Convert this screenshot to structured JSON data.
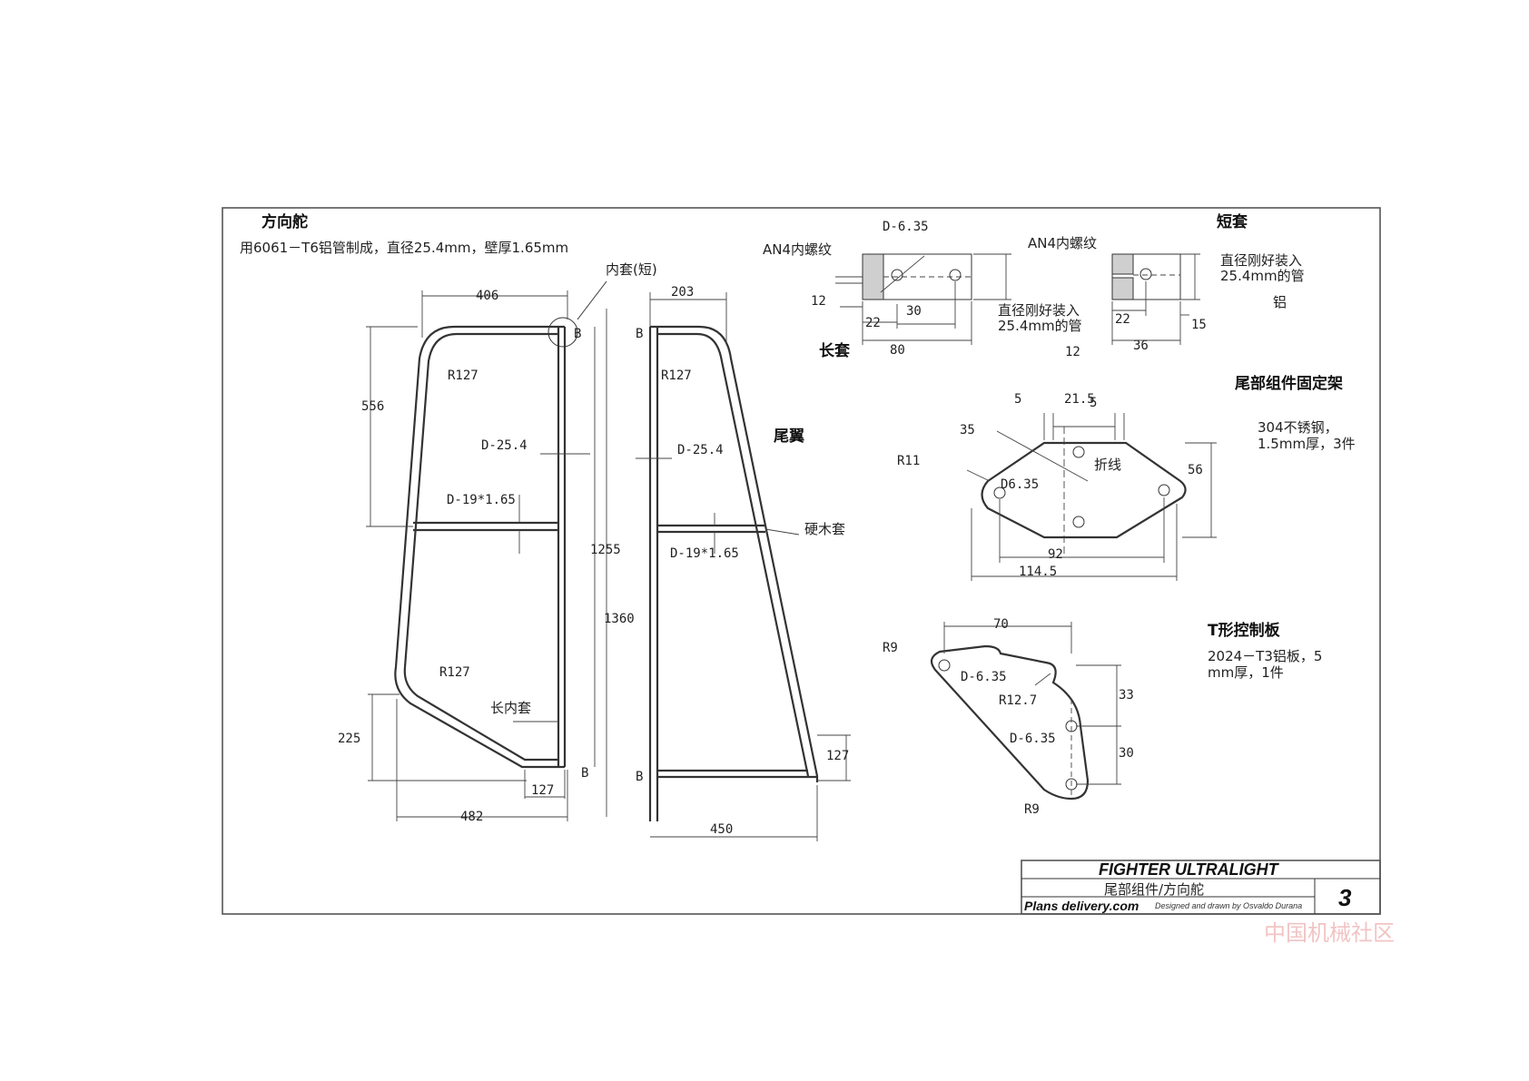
{
  "header": {
    "title": "方向舵",
    "material_note": "用6061－T6铝管制成，直径25.4mm，壁厚1.65mm"
  },
  "rudder": {
    "inner_sleeve_short": "内套(短)",
    "dim_top_width": "406",
    "dim_upper_height": "556",
    "radius_top": "R127",
    "tube_main": "D-25.4",
    "tube_cross": "D-19*1.65",
    "dim_total_height_1": "1255",
    "dim_total_height_2": "1360",
    "radius_lower": "R127",
    "dim_lower_height": "225",
    "inner_sleeve_long": "长内套",
    "dim_bottom_127": "127",
    "dim_bottom_width": "482",
    "mark_b1": "B",
    "mark_b2": "B"
  },
  "fin": {
    "title": "尾翼",
    "dim_top_width": "203",
    "radius_top": "R127",
    "tube_main": "D-25.4",
    "hardwood_sleeve": "硬木套",
    "tube_cross": "D-19*1.65",
    "dim_bottom_127": "127",
    "dim_bottom_width": "450",
    "mark_b1": "B",
    "mark_b2": "B"
  },
  "long_sleeve": {
    "title": "长套",
    "thread_left": "AN4内螺纹",
    "hole_dia": "D-6.35",
    "thread_right": "AN4内螺纹",
    "dim_12_left": "12",
    "dim_22": "22",
    "dim_30": "30",
    "dim_80": "80",
    "fit_note_1": "直径刚好装入",
    "fit_note_2": "25.4mm的管"
  },
  "short_sleeve": {
    "title": "短套",
    "fit_note_1": "直径刚好装入",
    "fit_note_2": "25.4mm的管",
    "material": "铝",
    "dim_22": "22",
    "dim_12": "12",
    "dim_15": "15",
    "dim_36": "36"
  },
  "tail_bracket": {
    "title": "尾部组件固定架",
    "material_1": "304不锈钢，",
    "material_2": "1.5mm厚，3件",
    "dim_5_left": "5",
    "dim_21_5": "21.5",
    "dim_5_right": "5",
    "dim_35": "35",
    "radius": "R11",
    "fold_line": "折线",
    "hole_dia": "D6.35",
    "dim_56": "56",
    "dim_92": "92",
    "dim_114_5": "114.5"
  },
  "t_plate": {
    "title": "T形控制板",
    "material_1": "2024－T3铝板，5",
    "material_2": "mm厚，1件",
    "dim_70": "70",
    "radius_top": "R9",
    "hole_top": "D-6.35",
    "radius_notch": "R12.7",
    "dim_33": "33",
    "hole_mid": "D-6.35",
    "dim_30": "30",
    "radius_bottom": "R9"
  },
  "title_block": {
    "project": "FIGHTER ULTRALIGHT",
    "sheet_title": "尾部组件/方向舵",
    "website": "Plans delivery.com",
    "credit": "Designed and drawn by Osvaldo Durana",
    "sheet_number": "3"
  },
  "watermark": "中国机械社区"
}
